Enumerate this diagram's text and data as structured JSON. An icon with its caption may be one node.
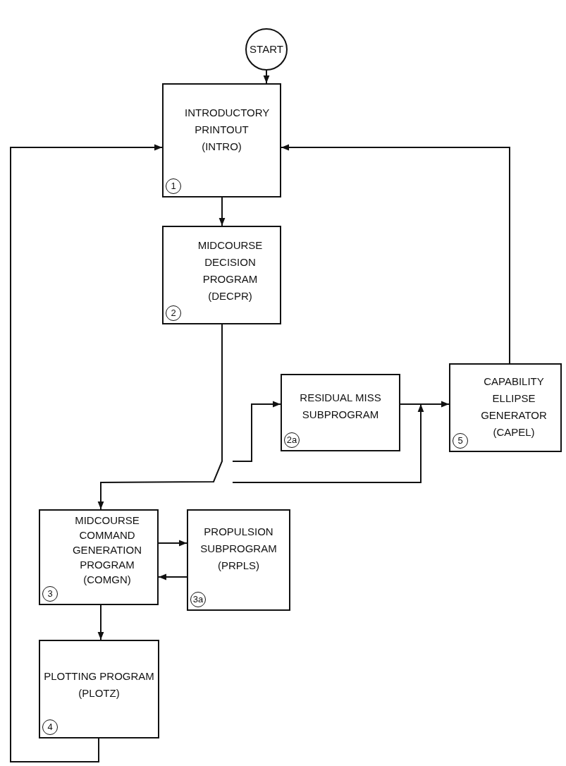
{
  "diagram": {
    "nodes": [
      {
        "text": [
          "START"
        ]
      },
      {
        "text": [
          "INTRODUCTORY PRINTOUT (INTRO)",
          "1"
        ]
      },
      {
        "text": [
          "MIDCOURSE DECISION PROGRAM (DECPR)",
          "2"
        ]
      },
      {
        "text": [
          "RESIDUAL MISS SUBPROGRAM",
          "2a"
        ]
      },
      {
        "text": [
          "CAPABILITY ELLIPSE GENERATOR (CAPEL)",
          "5"
        ]
      },
      {
        "text": [
          "MIDCOURSE COMMAND GENERATION PROGRAM (COMGN)",
          "3"
        ]
      },
      {
        "text": [
          "PROPULSION SUBPROGRAM (PRPLS)",
          "3a"
        ]
      },
      {
        "text": [
          "PLOTTING PROGRAM (PLOTZ)",
          "4"
        ]
      }
    ],
    "edges": [
      {
        "from": 0,
        "to": 1,
        "arrow": "to"
      },
      {
        "from": 1,
        "to": 2,
        "arrow": "to"
      },
      {
        "from": 2,
        "to": 5,
        "arrow": "to"
      },
      {
        "from": null,
        "to": 3,
        "arrow": "to"
      },
      {
        "from": 3,
        "to": 4,
        "arrow": "to"
      },
      {
        "from": null,
        "to": 4,
        "arrow": "to"
      },
      {
        "from": 4,
        "to": 1,
        "arrow": "to"
      },
      {
        "from": 5,
        "to": 6,
        "arrow": "to"
      },
      {
        "from": 6,
        "to": 5,
        "arrow": "to"
      },
      {
        "from": 5,
        "to": 7,
        "arrow": "to"
      },
      {
        "from": 7,
        "to": 1,
        "arrow": "to"
      }
    ]
  }
}
